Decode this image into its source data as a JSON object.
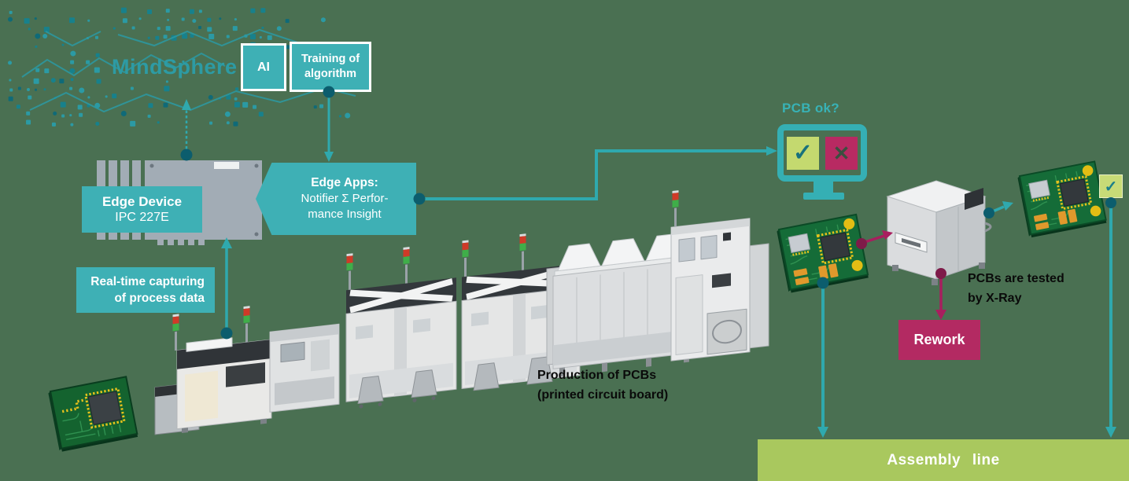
{
  "colors": {
    "background": "#4a7052",
    "teal_box": "#3eb0b5",
    "teal_line": "#2fa9ae",
    "teal_dark_dot": "#0c5d6d",
    "teal_logo_text": "#2d9ba4",
    "magenta": "#b32a62",
    "magenta_line": "#a81e5e",
    "lime_tile": "#c4d96f",
    "lime_assembly": "#a9c85e",
    "white": "#ffffff",
    "black_text": "#0a0a0a"
  },
  "logo": {
    "text": "MindSphere"
  },
  "boxes": {
    "ai": {
      "label": "AI"
    },
    "training": {
      "line1": "Training of",
      "line2": "algorithm"
    },
    "edge_device": {
      "line1": "Edge Device",
      "line2": "IPC 227E"
    },
    "edge_apps": {
      "line1": "Edge Apps:",
      "line2": "Notifier Σ Perfor-",
      "line3": "mance Insight"
    },
    "realtime": {
      "line1": "Real-time capturing",
      "line2": "of process data"
    },
    "rework": {
      "label": "Rework"
    },
    "assembly": {
      "label": "Assembly line"
    }
  },
  "labels": {
    "pcb_ok": "PCB ok?",
    "production_line1": "Production of PCBs",
    "production_line2": "(printed circuit board)",
    "xray_line1": "PCBs are tested",
    "xray_line2": "by X-Ray"
  },
  "icons": {
    "check": "✓",
    "cross": "✕",
    "badge_check": "✓"
  }
}
